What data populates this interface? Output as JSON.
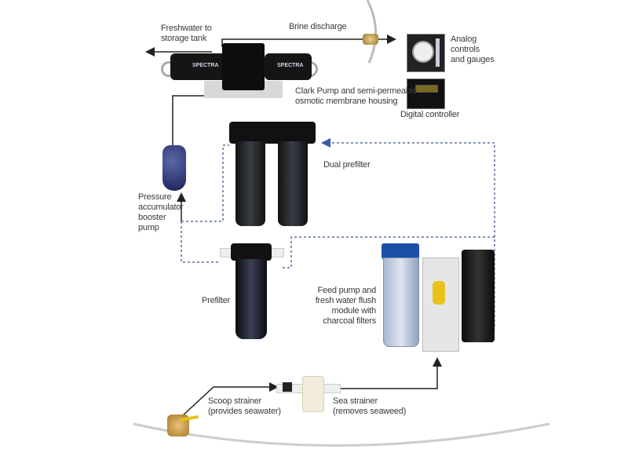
{
  "labels": {
    "freshwater": [
      "Freshwater to",
      "storage tank"
    ],
    "brine": "Brine discharge",
    "analog": [
      "Analog",
      "controls",
      "and gauges"
    ],
    "clark": [
      "Clark Pump and semi-permeable",
      "osmotic membrane housing"
    ],
    "digital": "Digital controller",
    "dual_prefilter": "Dual prefilter",
    "accumulator": [
      "Pressure",
      "accumulator",
      "booster",
      "pump"
    ],
    "prefilter": "Prefilter",
    "feed_pump": [
      "Feed pump and",
      "fresh water flush",
      "module with",
      "charcoal filters"
    ],
    "scoop": [
      "Scoop strainer",
      "(provides seawater)"
    ],
    "sea_strainer": [
      "Sea strainer",
      "(removes seaweed)"
    ]
  },
  "brand": "SPECTRA",
  "colors": {
    "line": "#222222",
    "dotted": "#5a6f9a",
    "accent_yellow": "#e8c21a",
    "filter_blue": "#1e4fa8"
  }
}
